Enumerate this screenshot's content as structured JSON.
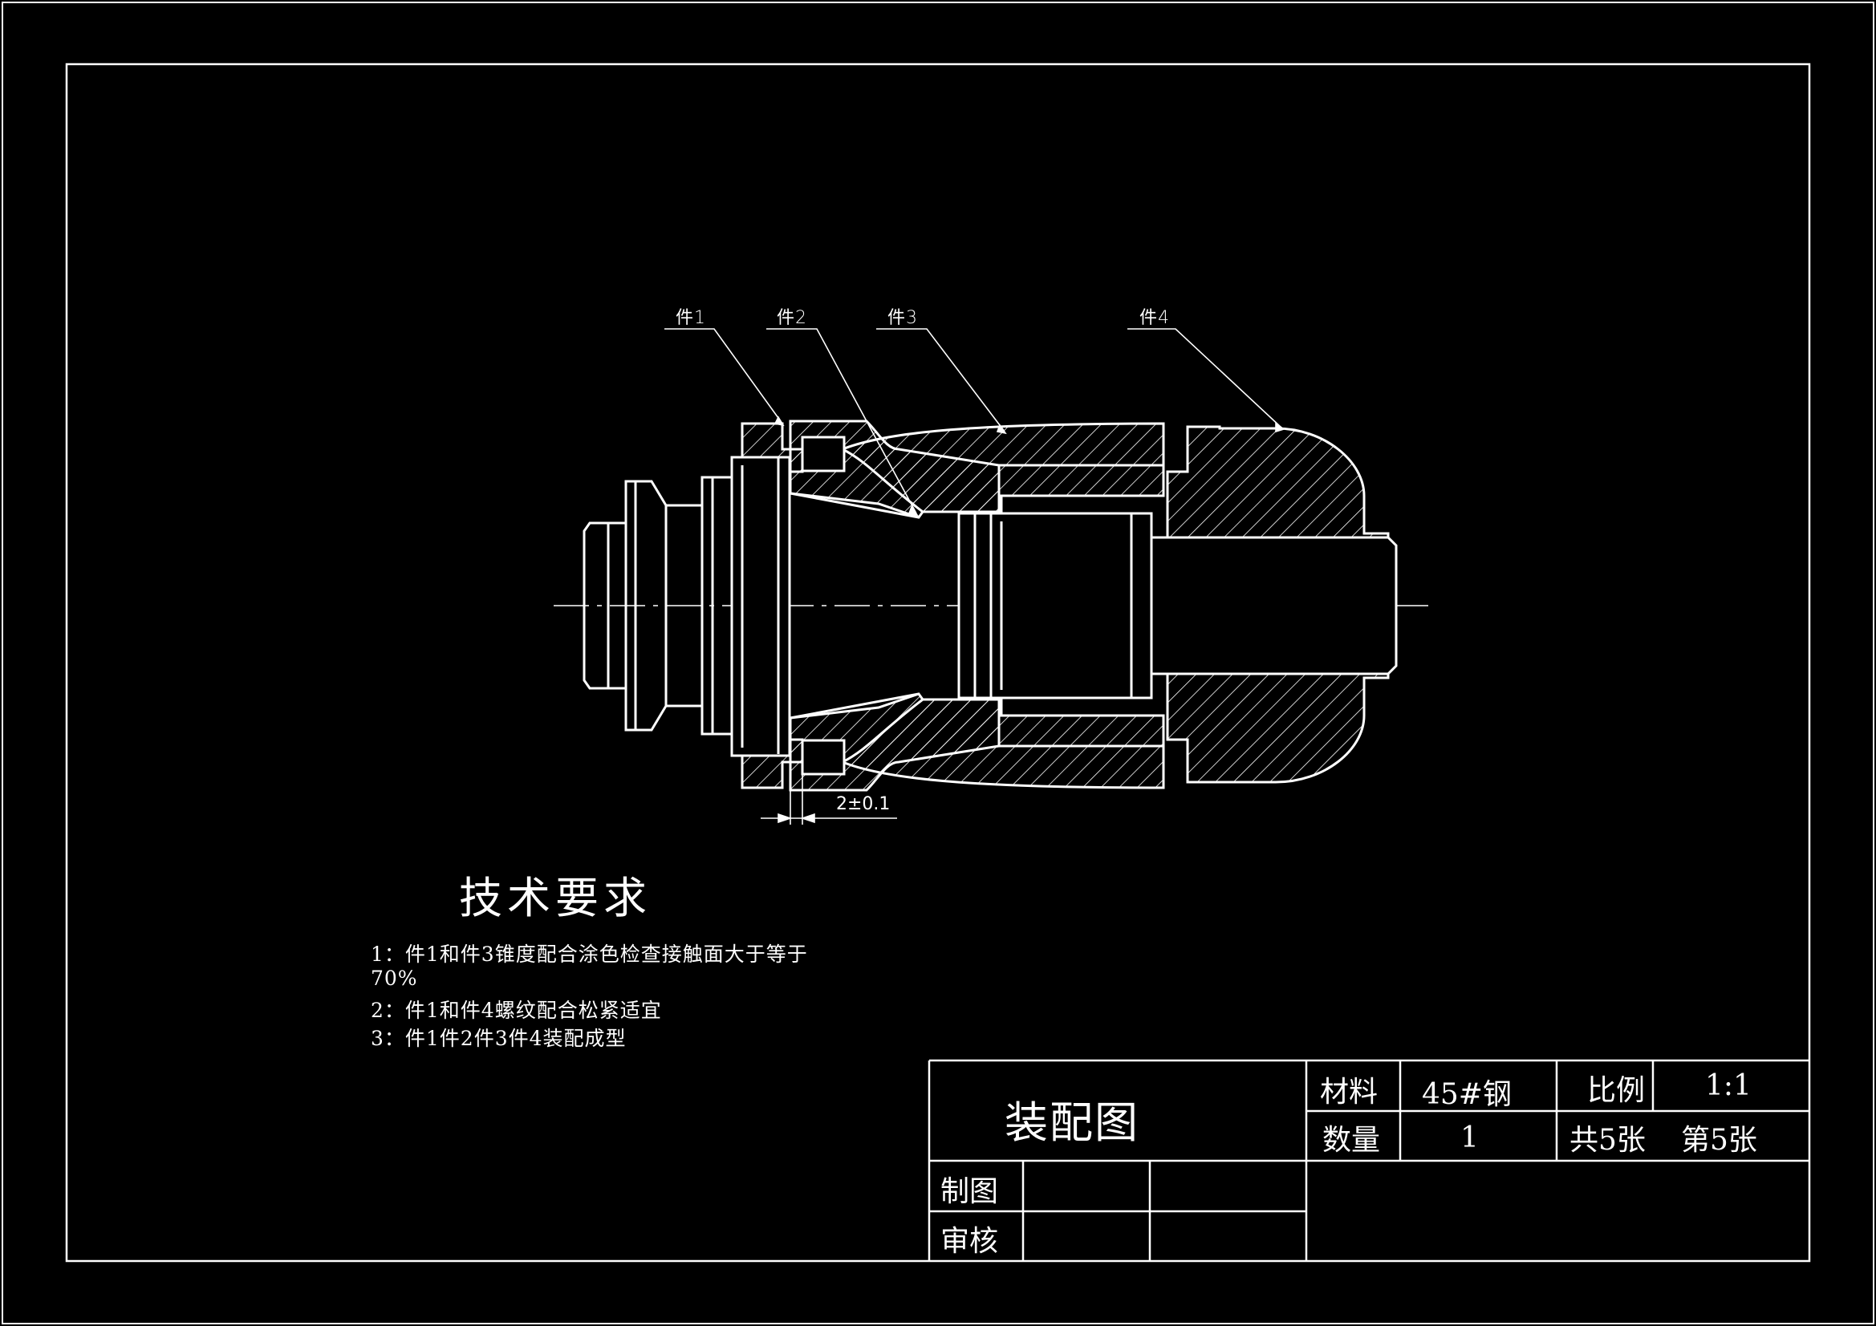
{
  "parts": {
    "p1": "件1",
    "p2": "件2",
    "p3": "件3",
    "p4": "件4"
  },
  "dimension": {
    "gap": "2",
    "tolerance": "±0.1"
  },
  "requirements": {
    "title": "技术要求",
    "lines": [
      "1：件1和件3锥度配合涂色检查接触面大于等于",
      "70%",
      "2：件1和件4螺纹配合松紧适宜",
      "3：件1件2件3件4装配成型"
    ]
  },
  "title_block": {
    "drawing_title": "装配图",
    "material_label": "材料",
    "material_value": "45#钢",
    "scale_label": "比例",
    "scale_value": "1:1",
    "quantity_label": "数量",
    "quantity_value": "1",
    "total_sheets": "共5张",
    "sheet_no": "第5张",
    "drawn_by_label": "制图",
    "checked_by_label": "审核"
  },
  "colors": {
    "background": "#000000",
    "lines": "#ffffff"
  }
}
